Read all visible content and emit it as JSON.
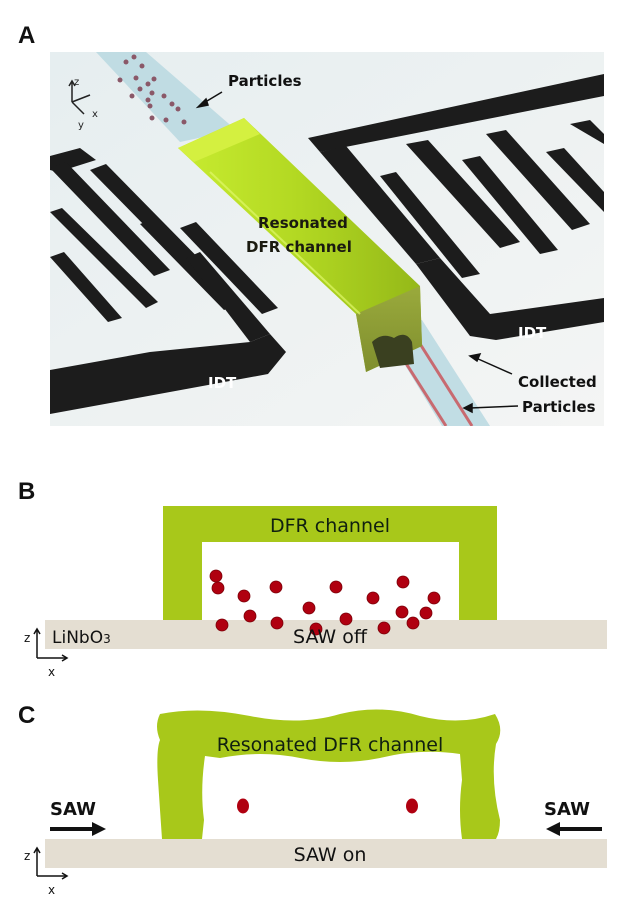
{
  "figure": {
    "panels": {
      "A": {
        "letter": "A",
        "labels": {
          "particles": "Particles",
          "channel_line1": "Resonated",
          "channel_line2": "DFR channel",
          "idt_left": "IDT",
          "idt_right": "IDT",
          "collected_line1": "Collected",
          "collected_line2": "Particles"
        },
        "axes": {
          "z": "z",
          "x": "x",
          "y": "y"
        }
      },
      "B": {
        "letter": "B",
        "labels": {
          "channel": "DFR channel",
          "substrate": "LiNbO",
          "substrate_subscript": "3",
          "state": "SAW off"
        },
        "axes": {
          "z": "z",
          "x": "x"
        },
        "particle_count": 18
      },
      "C": {
        "letter": "C",
        "labels": {
          "channel": "Resonated DFR channel",
          "state": "SAW on",
          "saw_left": "SAW",
          "saw_right": "SAW"
        },
        "axes": {
          "z": "z",
          "x": "x"
        },
        "particle_count": 2
      }
    },
    "colors": {
      "dfr_green": "#a8c81a",
      "particle_red": "#b00010",
      "substrate": "#e4ded2",
      "idt_black": "#1c1c1c",
      "channel_blue": "#b9d8e0"
    }
  }
}
